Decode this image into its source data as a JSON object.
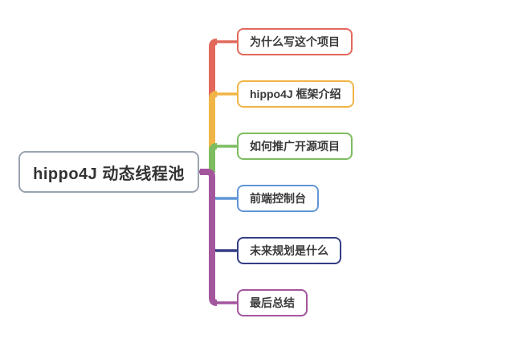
{
  "canvas": {
    "background_color": "#ffffff"
  },
  "mindmap": {
    "root": {
      "label": "hippo4J 动态线程池",
      "border_color": "#9aa3b0",
      "text_color": "#333333"
    },
    "branches": [
      {
        "label": "为什么写这个项目",
        "color": "#e2685c"
      },
      {
        "label": "hippo4J 框架介绍",
        "color": "#f0b546"
      },
      {
        "label": "如何推广开源项目",
        "color": "#7dbd60"
      },
      {
        "label": "前端控制台",
        "color": "#6195d6"
      },
      {
        "label": "未来规划是什么",
        "color": "#343d85"
      },
      {
        "label": "最后总结",
        "color": "#a4569d"
      }
    ]
  }
}
